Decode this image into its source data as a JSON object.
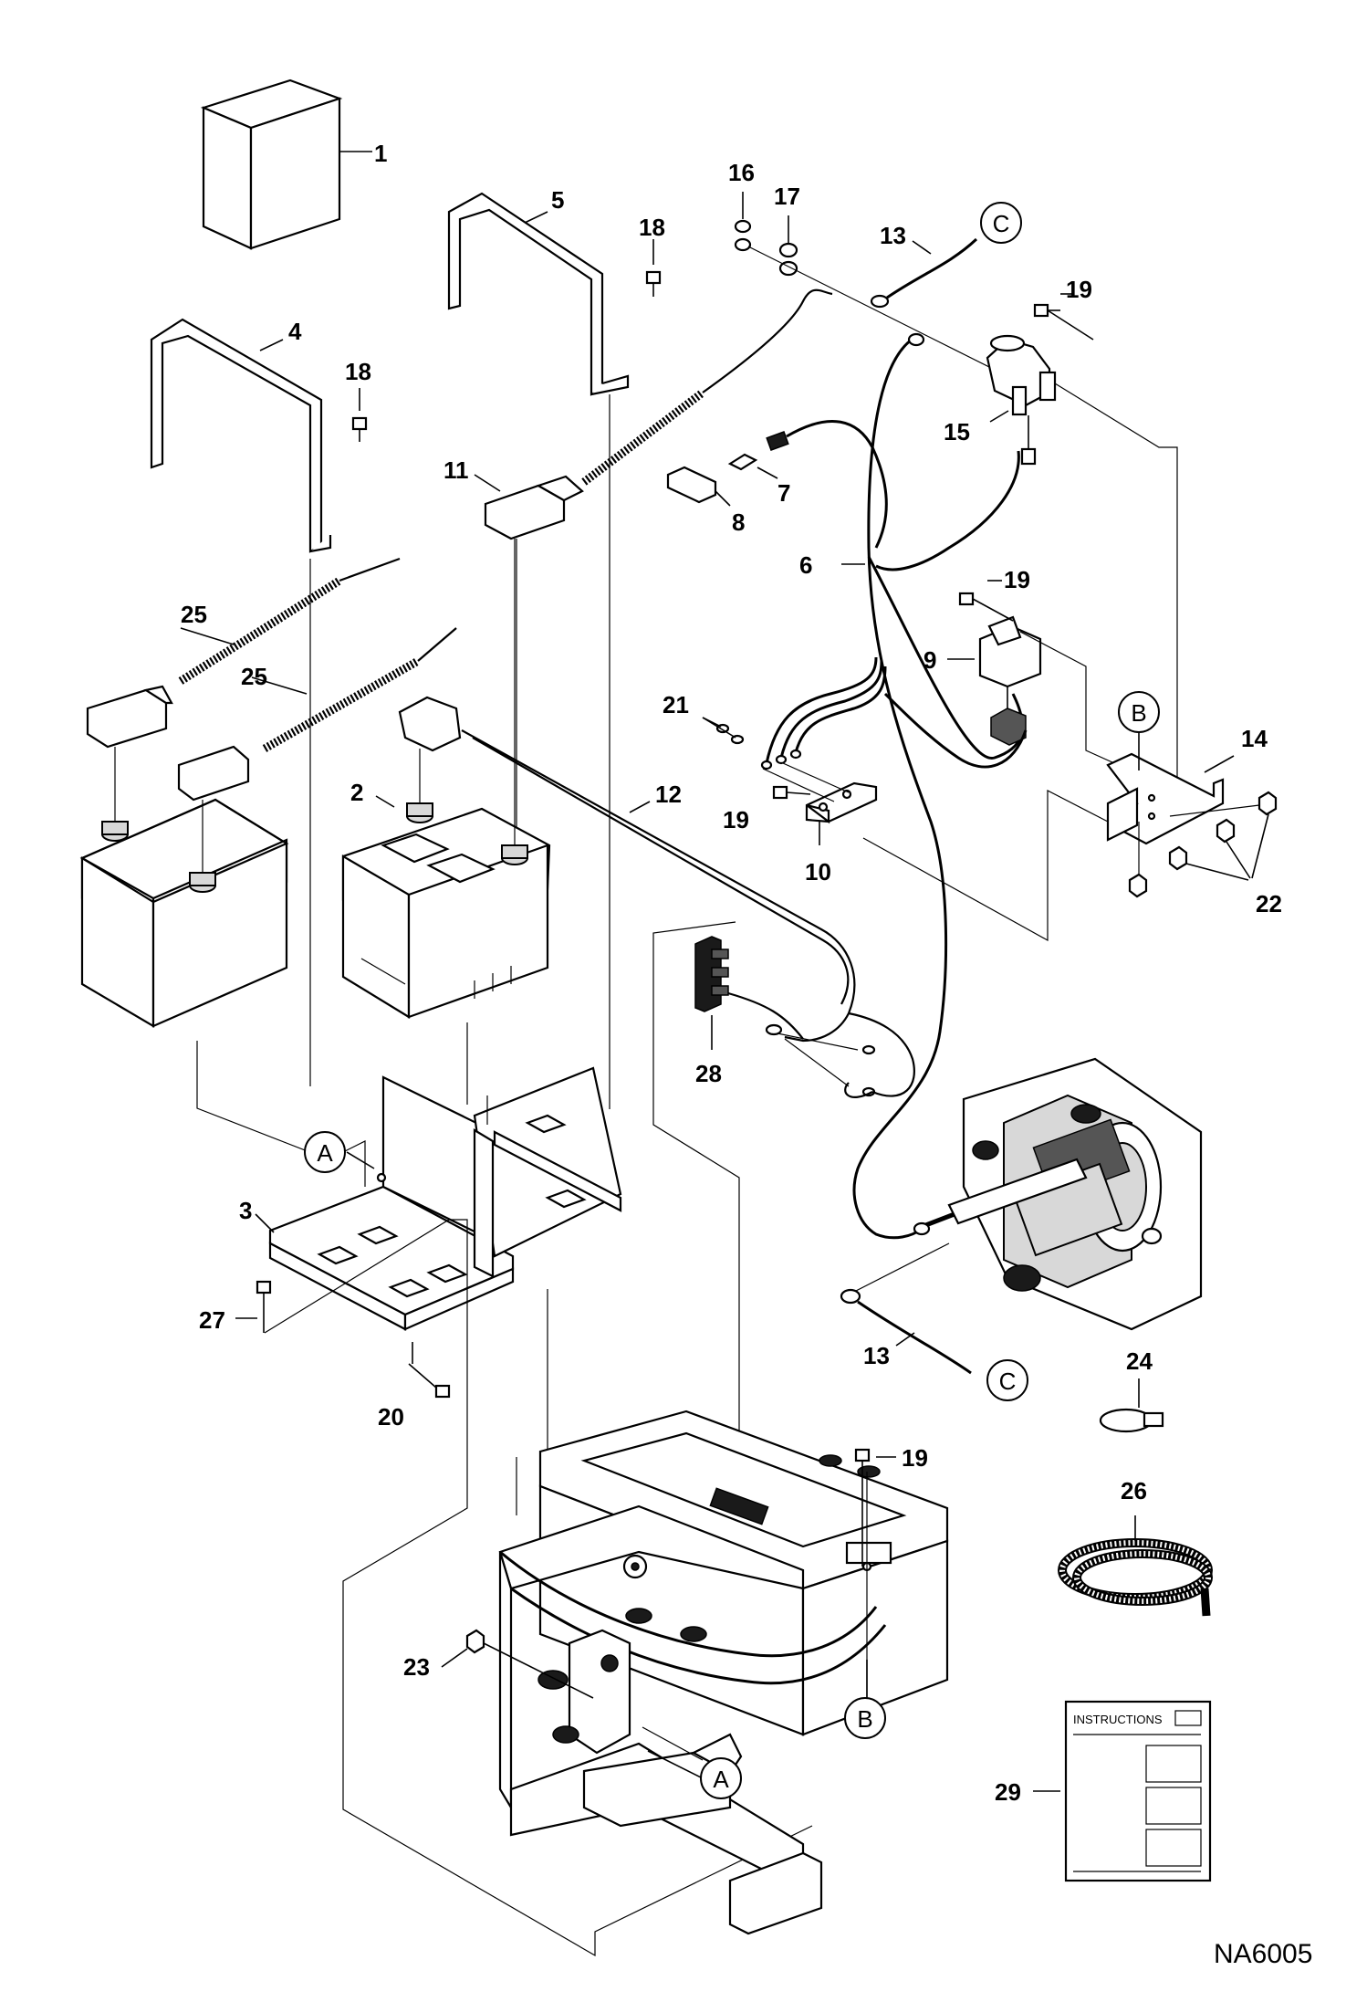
{
  "callouts": [
    {
      "id": "p1",
      "text": "1"
    },
    {
      "id": "p2",
      "text": "2"
    },
    {
      "id": "p3",
      "text": "3"
    },
    {
      "id": "p4",
      "text": "4"
    },
    {
      "id": "p5",
      "text": "5"
    },
    {
      "id": "p6",
      "text": "6"
    },
    {
      "id": "p7",
      "text": "7"
    },
    {
      "id": "p8",
      "text": "8"
    },
    {
      "id": "p9",
      "text": "9"
    },
    {
      "id": "p10",
      "text": "10"
    },
    {
      "id": "p11",
      "text": "11"
    },
    {
      "id": "p12",
      "text": "12"
    },
    {
      "id": "p13a",
      "text": "13"
    },
    {
      "id": "p13b",
      "text": "13"
    },
    {
      "id": "p14",
      "text": "14"
    },
    {
      "id": "p15",
      "text": "15"
    },
    {
      "id": "p16",
      "text": "16"
    },
    {
      "id": "p17",
      "text": "17"
    },
    {
      "id": "p18a",
      "text": "18"
    },
    {
      "id": "p18b",
      "text": "18"
    },
    {
      "id": "p19a",
      "text": "19"
    },
    {
      "id": "p19b",
      "text": "19"
    },
    {
      "id": "p19c",
      "text": "19"
    },
    {
      "id": "p19d",
      "text": "19"
    },
    {
      "id": "p20",
      "text": "20"
    },
    {
      "id": "p21",
      "text": "21"
    },
    {
      "id": "p22",
      "text": "22"
    },
    {
      "id": "p23",
      "text": "23"
    },
    {
      "id": "p24",
      "text": "24"
    },
    {
      "id": "p25a",
      "text": "25"
    },
    {
      "id": "p25b",
      "text": "25"
    },
    {
      "id": "p26",
      "text": "26"
    },
    {
      "id": "p27",
      "text": "27"
    },
    {
      "id": "p28",
      "text": "28"
    },
    {
      "id": "p29",
      "text": "29"
    }
  ],
  "references": [
    {
      "id": "refA1",
      "text": "A"
    },
    {
      "id": "refA2",
      "text": "A"
    },
    {
      "id": "refB1",
      "text": "B"
    },
    {
      "id": "refB2",
      "text": "B"
    },
    {
      "id": "refC1",
      "text": "C"
    },
    {
      "id": "refC2",
      "text": "C"
    }
  ],
  "instructions_sheet": {
    "title": "INSTRUCTIONS"
  },
  "drawing_code": "NA6005"
}
